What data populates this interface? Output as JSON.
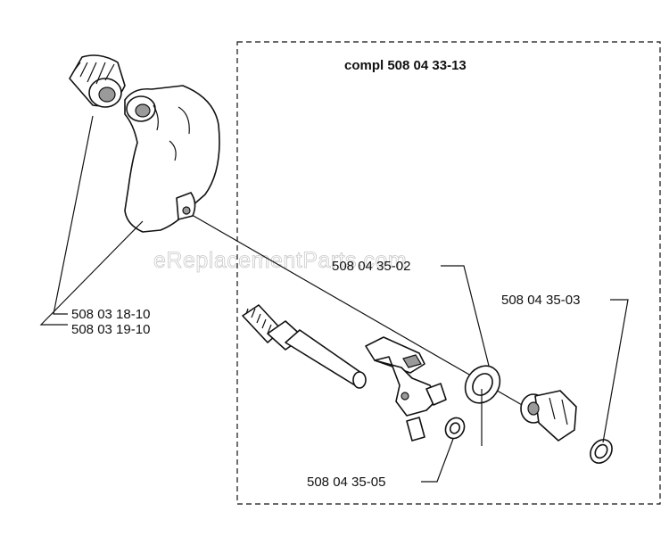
{
  "assembly_title": "compl 508 04 33-13",
  "watermark": "eReplacementParts.com",
  "callouts": [
    {
      "id": "pump-housing",
      "lines": [
        "508 03 18-10",
        "508 03 19-10"
      ]
    },
    {
      "id": "large-washer",
      "lines": [
        "508 04 35-02"
      ]
    },
    {
      "id": "nozzle",
      "lines": [
        "508 04 35-03"
      ]
    },
    {
      "id": "small-washer",
      "lines": [
        "508 04 35-05"
      ]
    }
  ],
  "colors": {
    "line": "#111111",
    "shading": "#9a9a9a",
    "watermark_stroke": "#c8c8c8"
  }
}
